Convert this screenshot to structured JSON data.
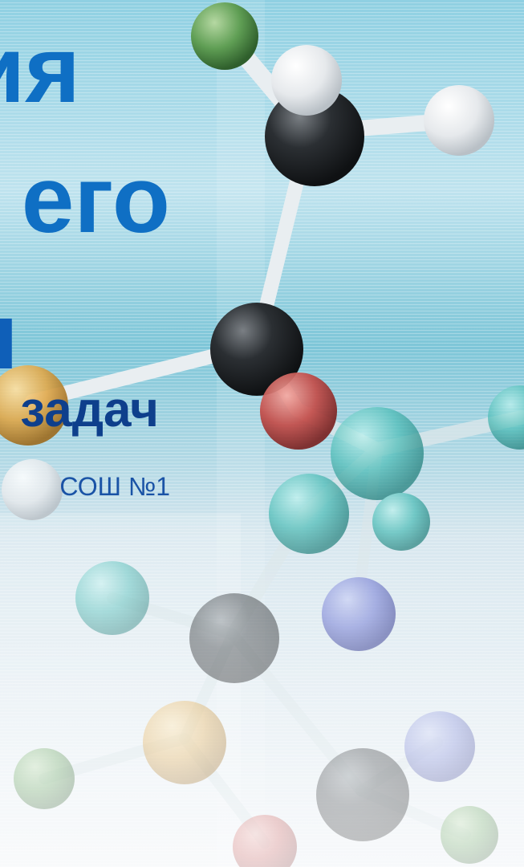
{
  "slide": {
    "title_line_1": "ия",
    "title_line_2": "его",
    "title_line_3": "я",
    "subtitle": "задач",
    "author": "СОШ №1"
  },
  "colors": {
    "title": "#0f6fc4",
    "subtitle": "#0e3f8c",
    "author": "#1a53a6"
  },
  "icons": [
    "molecule-illustration"
  ]
}
